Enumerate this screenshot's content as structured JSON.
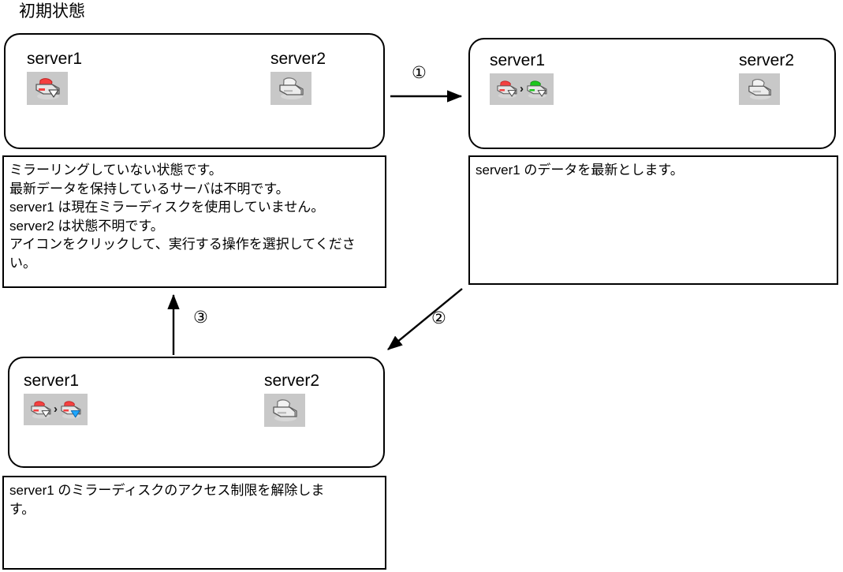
{
  "title": "初期状態",
  "colors": {
    "panel_border": "#000000",
    "icon_tile_bg": "#c8c8c8",
    "disk_red": "#f44040",
    "disk_green": "#1bc71b",
    "disk_gray": "#e8e8e8",
    "triangle_blue": "#1ea8ff",
    "background": "#ffffff"
  },
  "states": [
    {
      "id": "initial-state",
      "servers": [
        {
          "name": "server1",
          "icon": "mirror-disk-red-restricted-icon",
          "icon_kind": "single",
          "cap_colors": [
            "#f44040"
          ],
          "has_triangle": [
            true
          ],
          "triangle_colors": [
            "#ffffff"
          ]
        },
        {
          "name": "server2",
          "icon": "mirror-disk-unknown-icon",
          "icon_kind": "single",
          "cap_colors": [
            "#e8e8e8"
          ],
          "has_triangle": [
            false
          ],
          "triangle_colors": [
            ""
          ]
        }
      ],
      "description": [
        "ミラーリングしていない状態です。",
        "最新データを保持しているサーバは不明です。",
        "server1 は現在ミラーディスクを使用していません。",
        "server2 は状態不明です。",
        "アイコンをクリックして、実行する操作を選択してください。"
      ]
    },
    {
      "id": "latest-data-state",
      "servers": [
        {
          "name": "server1",
          "icon": "mirror-disk-red-to-green-icon",
          "icon_kind": "transition",
          "cap_colors": [
            "#f44040",
            "#1bc71b"
          ],
          "has_triangle": [
            true,
            true
          ],
          "triangle_colors": [
            "#ffffff",
            "#ffffff"
          ]
        },
        {
          "name": "server2",
          "icon": "mirror-disk-unknown-icon",
          "icon_kind": "single",
          "cap_colors": [
            "#e8e8e8"
          ],
          "has_triangle": [
            false
          ],
          "triangle_colors": [
            ""
          ]
        }
      ],
      "description": [
        "server1 のデータを最新とします。"
      ]
    },
    {
      "id": "access-restriction-state",
      "servers": [
        {
          "name": "server1",
          "icon": "mirror-disk-red-to-red-unlock-icon",
          "icon_kind": "transition",
          "cap_colors": [
            "#f44040",
            "#f44040"
          ],
          "has_triangle": [
            true,
            true
          ],
          "triangle_colors": [
            "#ffffff",
            "#1ea8ff"
          ]
        },
        {
          "name": "server2",
          "icon": "mirror-disk-unknown-icon",
          "icon_kind": "single",
          "cap_colors": [
            "#e8e8e8"
          ],
          "has_triangle": [
            false
          ],
          "triangle_colors": [
            ""
          ]
        }
      ],
      "description": [
        "server1 のミラーディスクのアクセス制限を解除します。",
        "す。"
      ]
    }
  ],
  "arrows": [
    {
      "id": "arrow-1",
      "label": "①",
      "direction": "right"
    },
    {
      "id": "arrow-2",
      "label": "②",
      "direction": "down-left"
    },
    {
      "id": "arrow-3",
      "label": "③",
      "direction": "up"
    }
  ],
  "desc_c_lines": [
    "server1  のミラーディスクのアクセス制限を解除しま",
    "す。"
  ]
}
